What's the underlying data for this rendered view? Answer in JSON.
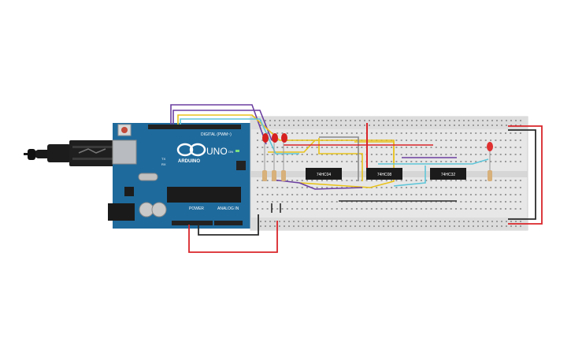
{
  "arduino": {
    "model": "UNO",
    "brand": "ARDUINO",
    "digital_header_label": "DIGITAL (PWM~)",
    "power_header_label": "POWER",
    "analog_header_label": "ANALOG IN",
    "tx_label": "TX",
    "rx_label": "RX",
    "on_label": "ON",
    "board_color": "#1f6a9c"
  },
  "breadboard": {
    "chips": [
      {
        "label": "74HC04"
      },
      {
        "label": "74HC08"
      },
      {
        "label": "74HC32"
      }
    ],
    "leds": [
      {
        "color": "#d62020"
      },
      {
        "color": "#d62020"
      },
      {
        "color": "#d62020"
      },
      {
        "color": "#e03030"
      }
    ]
  },
  "wire_colors": {
    "red": "#d9252a",
    "black": "#2b2b2b",
    "yellow": "#e8c21b",
    "purple": "#6b3fa0",
    "cyan": "#5fc6d9",
    "gray": "#8a8a8a"
  }
}
